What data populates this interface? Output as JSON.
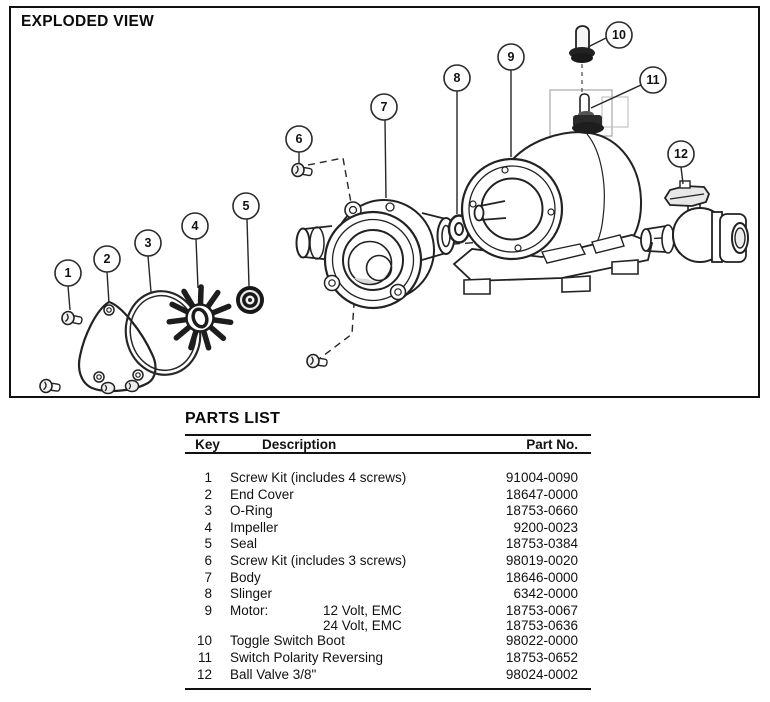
{
  "exploded_view": {
    "title": "EXPLODED VIEW"
  },
  "diagram": {
    "callouts": [
      "1",
      "2",
      "3",
      "4",
      "5",
      "6",
      "7",
      "8",
      "9",
      "10",
      "11",
      "12"
    ]
  },
  "parts_list": {
    "title": "PARTS LIST",
    "columns": {
      "key": "Key",
      "description": "Description",
      "part_no": "Part No."
    },
    "rows": [
      {
        "key": "1",
        "desc": "Screw Kit (includes 4 screws)",
        "desc2": "",
        "part": "91004-0090"
      },
      {
        "key": "2",
        "desc": "End Cover",
        "desc2": "",
        "part": "18647-0000"
      },
      {
        "key": "3",
        "desc": "O-Ring",
        "desc2": "",
        "part": "18753-0660"
      },
      {
        "key": "4",
        "desc": "Impeller",
        "desc2": "",
        "part": "9200-0023"
      },
      {
        "key": "5",
        "desc": "Seal",
        "desc2": "",
        "part": "18753-0384"
      },
      {
        "key": "6",
        "desc": "Screw Kit (includes 3 screws)",
        "desc2": "",
        "part": "98019-0020"
      },
      {
        "key": "7",
        "desc": "Body",
        "desc2": "",
        "part": "18646-0000"
      },
      {
        "key": "8",
        "desc": "Slinger",
        "desc2": "",
        "part": "6342-0000"
      },
      {
        "key": "9",
        "desc": "Motor:",
        "desc2": "12 Volt, EMC",
        "part": "18753-0067"
      },
      {
        "key": "",
        "desc": "",
        "desc2": "24 Volt, EMC",
        "part": "18753-0636"
      },
      {
        "key": "10",
        "desc": "Toggle Switch Boot",
        "desc2": "",
        "part": "98022-0000"
      },
      {
        "key": "11",
        "desc": "Switch Polarity Reversing",
        "desc2": "",
        "part": "18753-0652"
      },
      {
        "key": "12",
        "desc": "Ball Valve 3/8\"",
        "desc2": "",
        "part": "98024-0002"
      }
    ]
  }
}
